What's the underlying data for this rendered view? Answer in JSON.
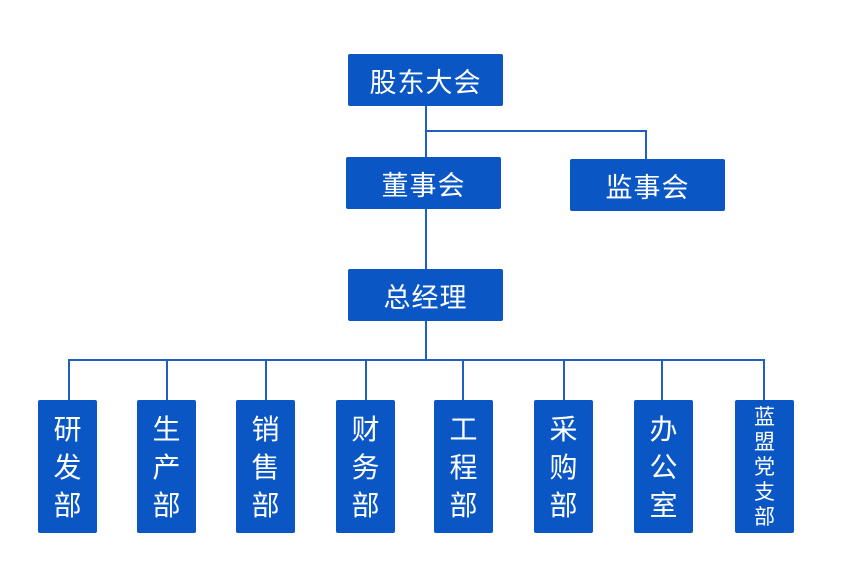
{
  "org_chart": {
    "shareholders": "股东大会",
    "board": "董事会",
    "supervisors": "监事会",
    "gm": "总经理",
    "departments": [
      {
        "label": "研发部"
      },
      {
        "label": "生产部"
      },
      {
        "label": "销售部"
      },
      {
        "label": "财务部"
      },
      {
        "label": "工程部"
      },
      {
        "label": "采购部"
      },
      {
        "label": "办公室"
      },
      {
        "label": "蓝盟党支部"
      }
    ]
  },
  "colors": {
    "node_fill": "#0a56c4",
    "line": "#1f5fc0",
    "text": "#ffffff",
    "background": "#ffffff"
  }
}
